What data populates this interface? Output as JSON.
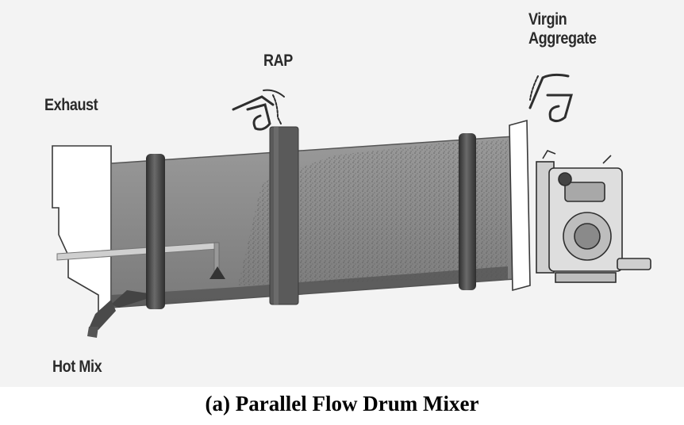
{
  "labels": {
    "exhaust": "Exhaust",
    "rap": "RAP",
    "virgin_line1": "Virgin",
    "virgin_line2": "Aggregate",
    "hot_mix": "Hot Mix"
  },
  "caption": "(a) Parallel Flow Drum Mixer",
  "colors": {
    "drum_fill": "#8d8d8d",
    "band": "#4a4a4a",
    "background": "#f3f3f3"
  },
  "icons": [
    "rap-feed-hopper-icon",
    "virgin-aggregate-feed-hopper-icon",
    "burner-icon"
  ]
}
